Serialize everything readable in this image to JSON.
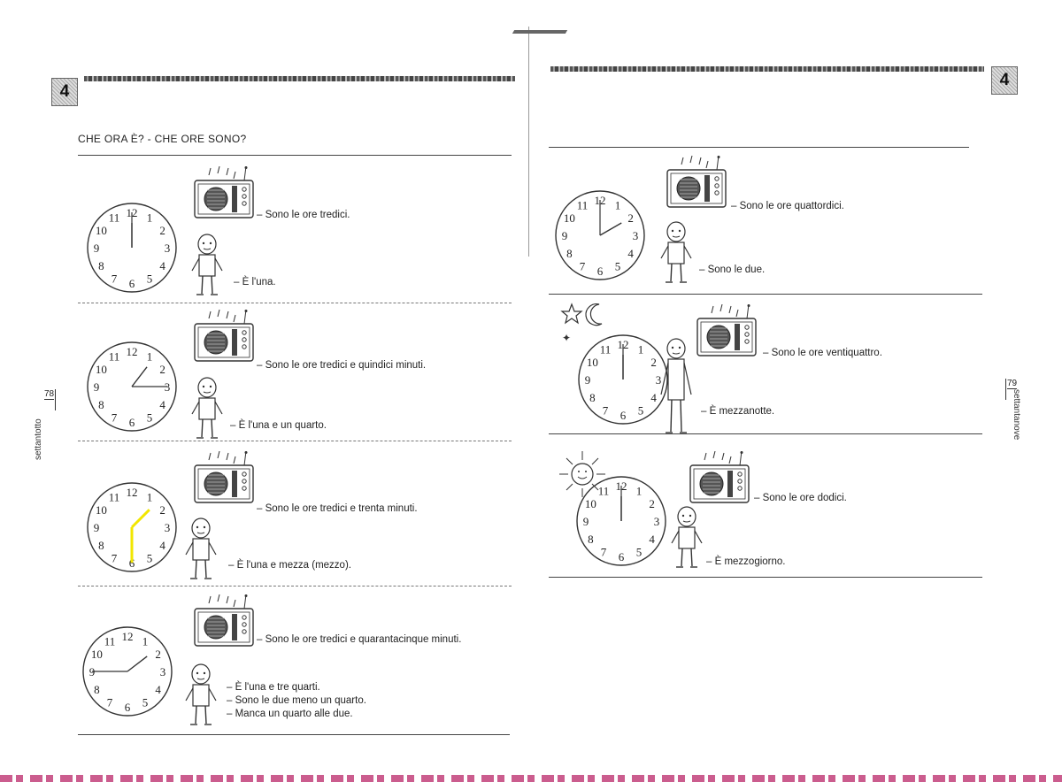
{
  "chapter_number": "4",
  "left_page": {
    "title": "CHE ORA È? - CHE ORE SONO?",
    "page_number": "78",
    "page_word": "settantotto",
    "panels": [
      {
        "radio_text": "– Sono le ore tredici.",
        "person_lines": [
          "– È l'una."
        ]
      },
      {
        "radio_text": "– Sono le ore tredici e quindici minuti.",
        "person_lines": [
          "– È l'una e un quarto."
        ]
      },
      {
        "radio_text": "– Sono le ore tredici e trenta minuti.",
        "person_lines": [
          "– È l'una e mezza (mezzo)."
        ]
      },
      {
        "radio_text": "– Sono le ore tredici e quarantacinque minuti.",
        "person_lines": [
          "– È l'una e tre quarti.",
          "– Sono le due meno un quarto.",
          "– Manca un quarto alle due."
        ]
      }
    ]
  },
  "right_page": {
    "page_number": "79",
    "page_word": "settantanove",
    "panels": [
      {
        "radio_text": "– Sono le ore quattordici.",
        "person_lines": [
          "– Sono le due."
        ]
      },
      {
        "radio_text": "– Sono le ore ventiquattro.",
        "person_lines": [
          "– È mezzanotte."
        ]
      },
      {
        "radio_text": "– Sono le ore dodici.",
        "person_lines": [
          "– È mezzogiorno."
        ]
      }
    ]
  },
  "clock_numerals": [
    "12",
    "1",
    "2",
    "3",
    "4",
    "5",
    "6",
    "7",
    "8",
    "9",
    "10",
    "11"
  ],
  "highlight_color": "#f2e600"
}
